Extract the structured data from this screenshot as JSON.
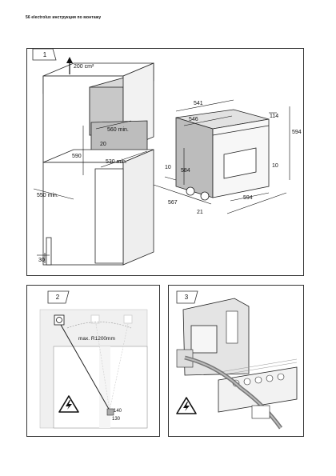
{
  "header": {
    "text": "56 electrolux инструкция по монтажу"
  },
  "fig1": {
    "number": "1",
    "dims": {
      "d200": "200 cm²",
      "d560": "560 min.",
      "d20": "20",
      "d590": "590",
      "d530": "530 min.",
      "d550": "550 min.",
      "d30": "30",
      "d541": "541",
      "d546": "546",
      "d114": "114",
      "d594r": "594",
      "d10l": "10",
      "d584": "584",
      "d10r": "10",
      "d567": "567",
      "d21": "21",
      "d594b": "594"
    }
  },
  "fig2": {
    "number": "2",
    "radius": "max. R1200mm",
    "d140": "140",
    "d130": "130"
  },
  "fig3": {
    "number": "3"
  }
}
